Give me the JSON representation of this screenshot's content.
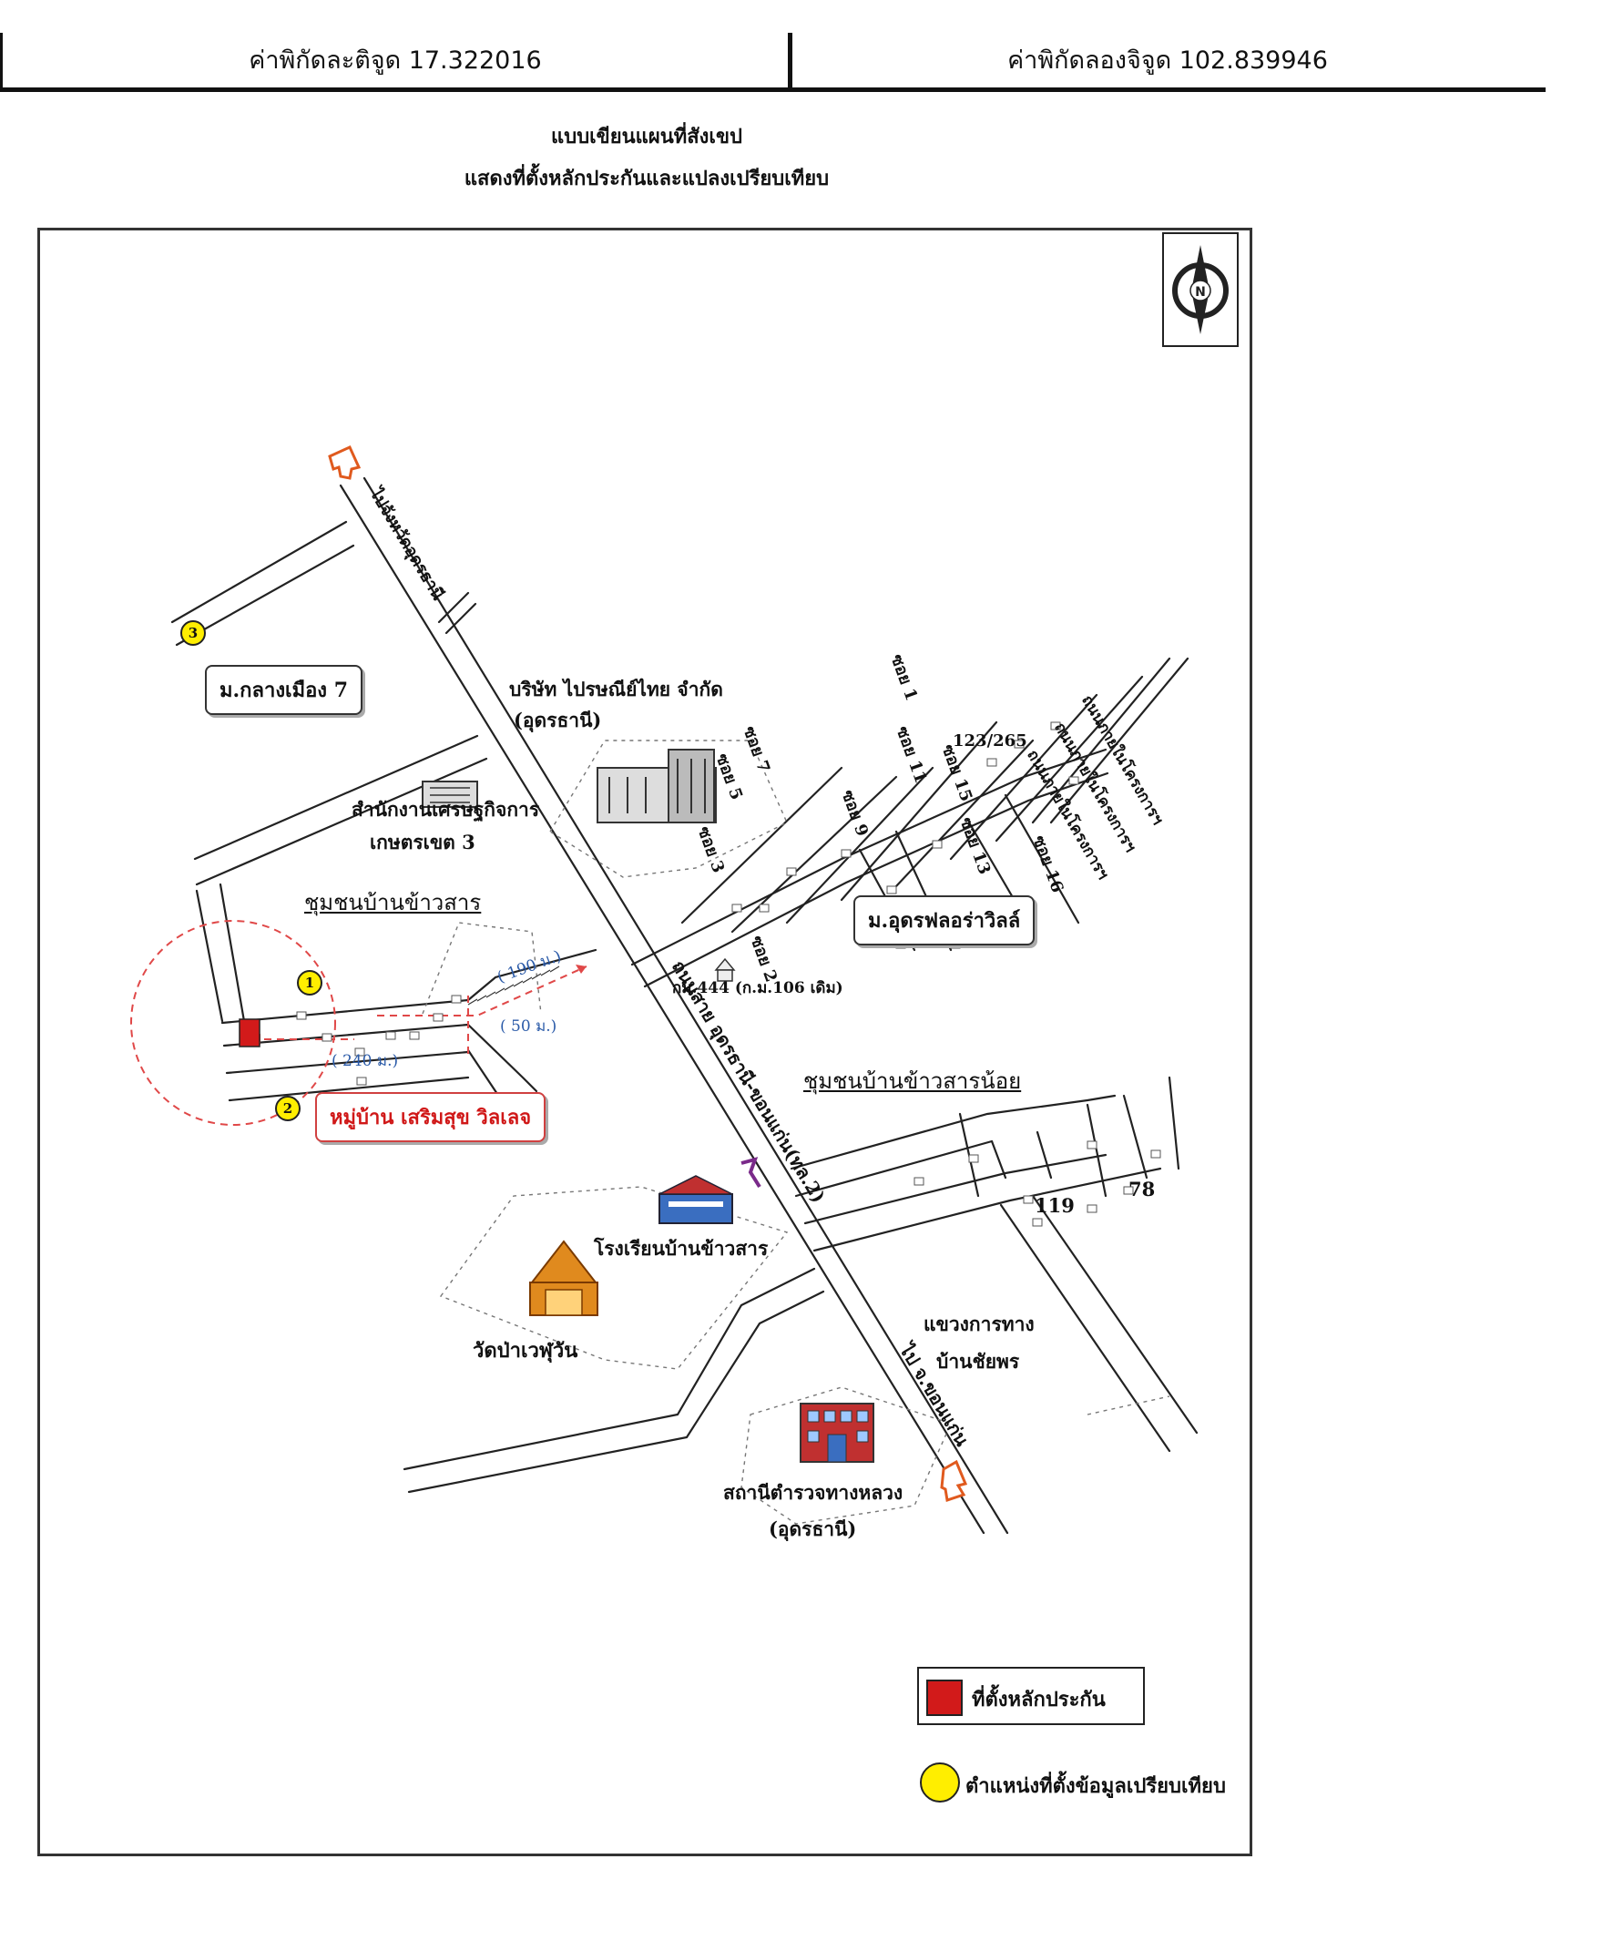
{
  "coordinates": {
    "latitude_label": "ค่าพิกัดละติจูด 17.322016",
    "longitude_label": "ค่าพิกัดลองจิจูด 102.839946"
  },
  "titles": {
    "line1": "แบบเขียนแผนที่สังเขป",
    "line2": "แสดงที่ตั้งหลักประกันและแปลงเปรียบเทียบ"
  },
  "map": {
    "north_letter": "N",
    "roads": {
      "to_udon": "ไปจังหวัดอุดรธานี",
      "main_road": "ถนนสาย อุดรธานี-ขอนแก่น(ทล.2)",
      "to_khonkaen": "ไป จ.ขอนแก่น",
      "km": "กม.444 (ก.ม.106 เดิม)"
    },
    "places": {
      "klang_muang": "ม.กลางเมือง 7",
      "thailand_post": "บริษัท ไปรษณีย์ไทย จำกัด",
      "thailand_post_sub": "(อุดรธานี)",
      "agri_office": "สำนักงานเศรษฐกิจการ",
      "agri_office_sub": "เกษตรเขต 3",
      "khao_san_community": "ชุมชนบ้านข้าวสาร",
      "khao_san_noi": "ชุมชนบ้านข้าวสารน้อย",
      "udon_flora": "ม.อุดรฟลอร่าวิลล์",
      "village": "หมู่บ้าน เสริมสุข วิลเลจ",
      "school": "โรงเรียนบ้านข้าวสาร",
      "temple": "วัดป่าเวฬุวัน",
      "highway_district": "แขวงการทาง",
      "highway_district_sub": "บ้านชัยพร",
      "police": "สถานีตำรวจทางหลวง",
      "police_sub": "(อุดรธานี)",
      "addr_123": "123/265",
      "num_119": "119",
      "num_78": "78"
    },
    "sois": {
      "soi1": "ซอย 1",
      "soi2": "ซอย 2",
      "soi3": "ซอย 3",
      "soi5": "ซอย 5",
      "soi7": "ซอย 7",
      "soi9": "ซอย 9",
      "soi11": "ซอย 11",
      "soi13": "ซอย 13",
      "soi15": "ซอย 15",
      "soi16": "ซอย 16"
    },
    "project_roads": {
      "r1": "ถนนภายในโครงการฯ",
      "r2": "ถนนภายในโครงการฯ",
      "r3": "ถนนภายในโครงการฯ"
    },
    "distances": {
      "d190": "( 190 ม.)",
      "d50": "( 50 ม.)",
      "d240": "( 240 ม.)"
    },
    "markers": {
      "m1": "1",
      "m2": "2",
      "m3": "3"
    }
  },
  "legend": {
    "collateral": "ที่ตั้งหลักประกัน",
    "comparison": "ตำแหน่งที่ตั้งข้อมูลเปรียบเทียบ"
  },
  "colors": {
    "collateral_red": "#d21a1a",
    "marker_yellow": "#ffee00",
    "dash_red": "#e04848",
    "distance_blue": "#2a5aa8",
    "icon_orange": "#e08a1e",
    "icon_blue": "#3a6ec0"
  }
}
